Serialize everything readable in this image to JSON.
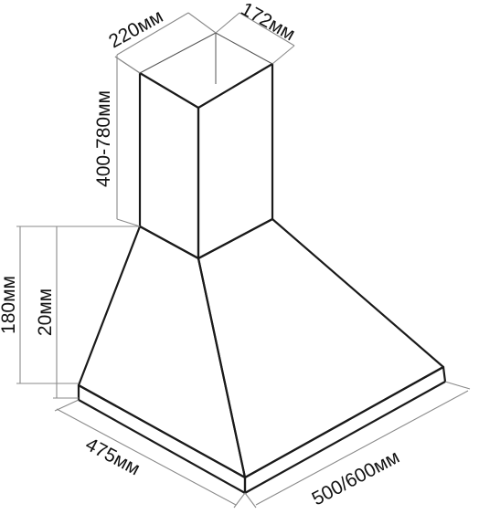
{
  "dimensions": {
    "duct_width": "220мм",
    "duct_depth": "172мм",
    "duct_height": "400-780мм",
    "canopy_height": "180мм",
    "base_rim": "20мм",
    "hood_depth": "475мм",
    "hood_width": "500/600мм"
  },
  "colors": {
    "outline": "#1a1a1a",
    "dimension_line": "#8a8a8a",
    "text": "#111111",
    "background": "#ffffff"
  }
}
